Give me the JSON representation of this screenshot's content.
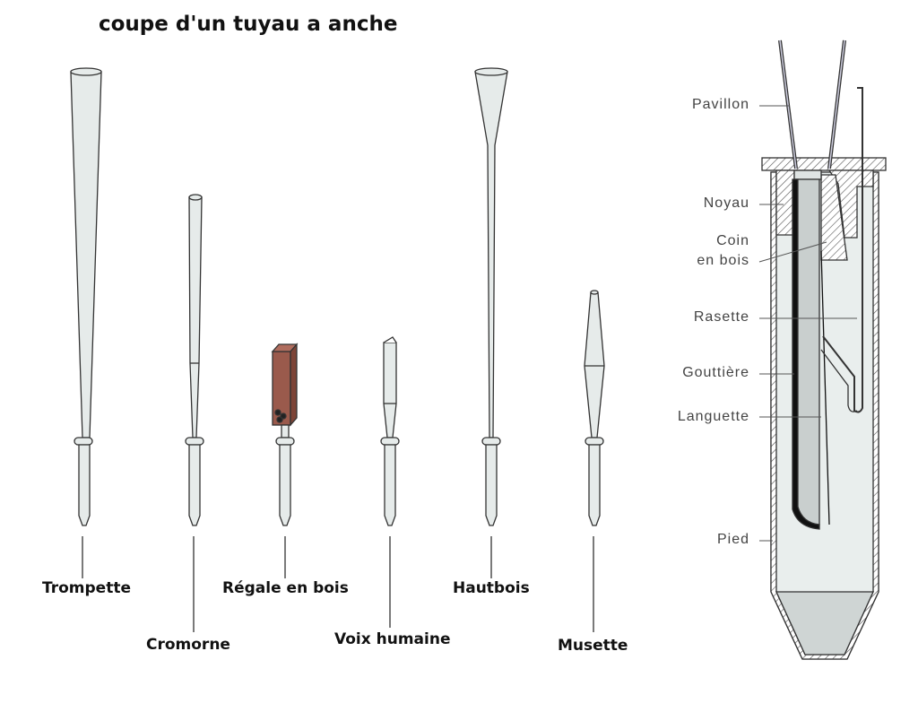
{
  "title": "coupe d'un tuyau a anche",
  "pipes": [
    "Trompette",
    "Cromorne",
    "Régale en bois",
    "Voix humaine",
    "Hautbois",
    "Musette"
  ],
  "section_labels": {
    "pavillon": "Pavillon",
    "noyau": "Noyau",
    "coin_1": "Coin",
    "coin_2": "en bois",
    "rasette": "Rasette",
    "gouttiere": "Gouttière",
    "languette": "Languette",
    "pied": "Pied"
  },
  "colors": {
    "pipe_fill": "#e6ebea",
    "stroke": "#333333",
    "regale_wood": "#9a5a4c",
    "body_fill": "#e9eeed"
  }
}
